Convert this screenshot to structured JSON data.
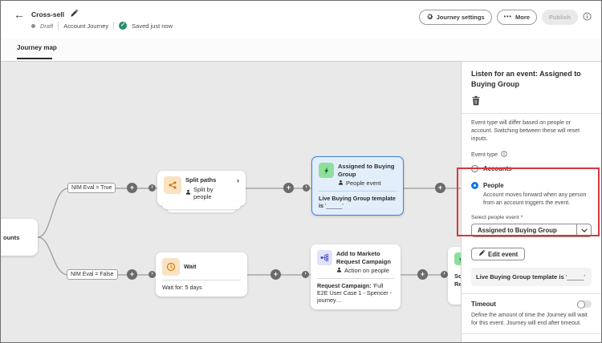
{
  "header": {
    "title": "Cross-sell",
    "status_label": "Draft",
    "type_label": "Account Journey",
    "saved_label": "Saved just now",
    "settings_button": "Journey settings",
    "more_dots": "•••",
    "more_button": "More",
    "publish_button": "Publish"
  },
  "tabs": {
    "journey_map": "Journey map"
  },
  "canvas": {
    "start_node_fragment": "ounts",
    "branch_true": "NIM Eval = True",
    "branch_false": "NIM Eval = False",
    "split": {
      "title": "Split paths",
      "subtitle": "Split by people"
    },
    "assigned": {
      "title": "Assigned to Buying Group",
      "subtitle": "People event",
      "detail_bold": "Live Buying Group template is",
      "detail_rest": " '_____'"
    },
    "wait": {
      "title": "Wait",
      "detail": "Wait for: 5 days"
    },
    "marketo": {
      "title": "Add to Marketo Request Campaign",
      "subtitle": "Action on people",
      "detail_bold": "Request Campaign:",
      "detail_rest": " 'Full E2E User Case 1 - Spencer -journey…"
    },
    "partial": {
      "line1": "Scor",
      "line2": "Rela"
    }
  },
  "panel": {
    "title": "Listen for an event: Assigned to Buying Group",
    "intro": "Event type will differ based on people or account. Switching between these will reset inputs.",
    "event_type_label": "Event type",
    "option_accounts": "Accounts",
    "option_people": "People",
    "people_desc": "Account moves forward when any person from an account triggers the event.",
    "select_label": "Select people event *",
    "select_value": "Assigned to Buying Group",
    "edit_event_button": "Edit event",
    "template_bold": "Live Buying Group template is",
    "template_rest": " '_____'",
    "timeout_label": "Timeout",
    "timeout_desc": "Define the amount of time the Journey will wait for this event. Journey will end after timeout."
  },
  "colors": {
    "accent_blue": "#1473e6",
    "selection_blue": "#378ef0",
    "annotation_red": "#d7373f",
    "icon_orange": "#d96c08",
    "icon_green": "#0b7a3e"
  }
}
